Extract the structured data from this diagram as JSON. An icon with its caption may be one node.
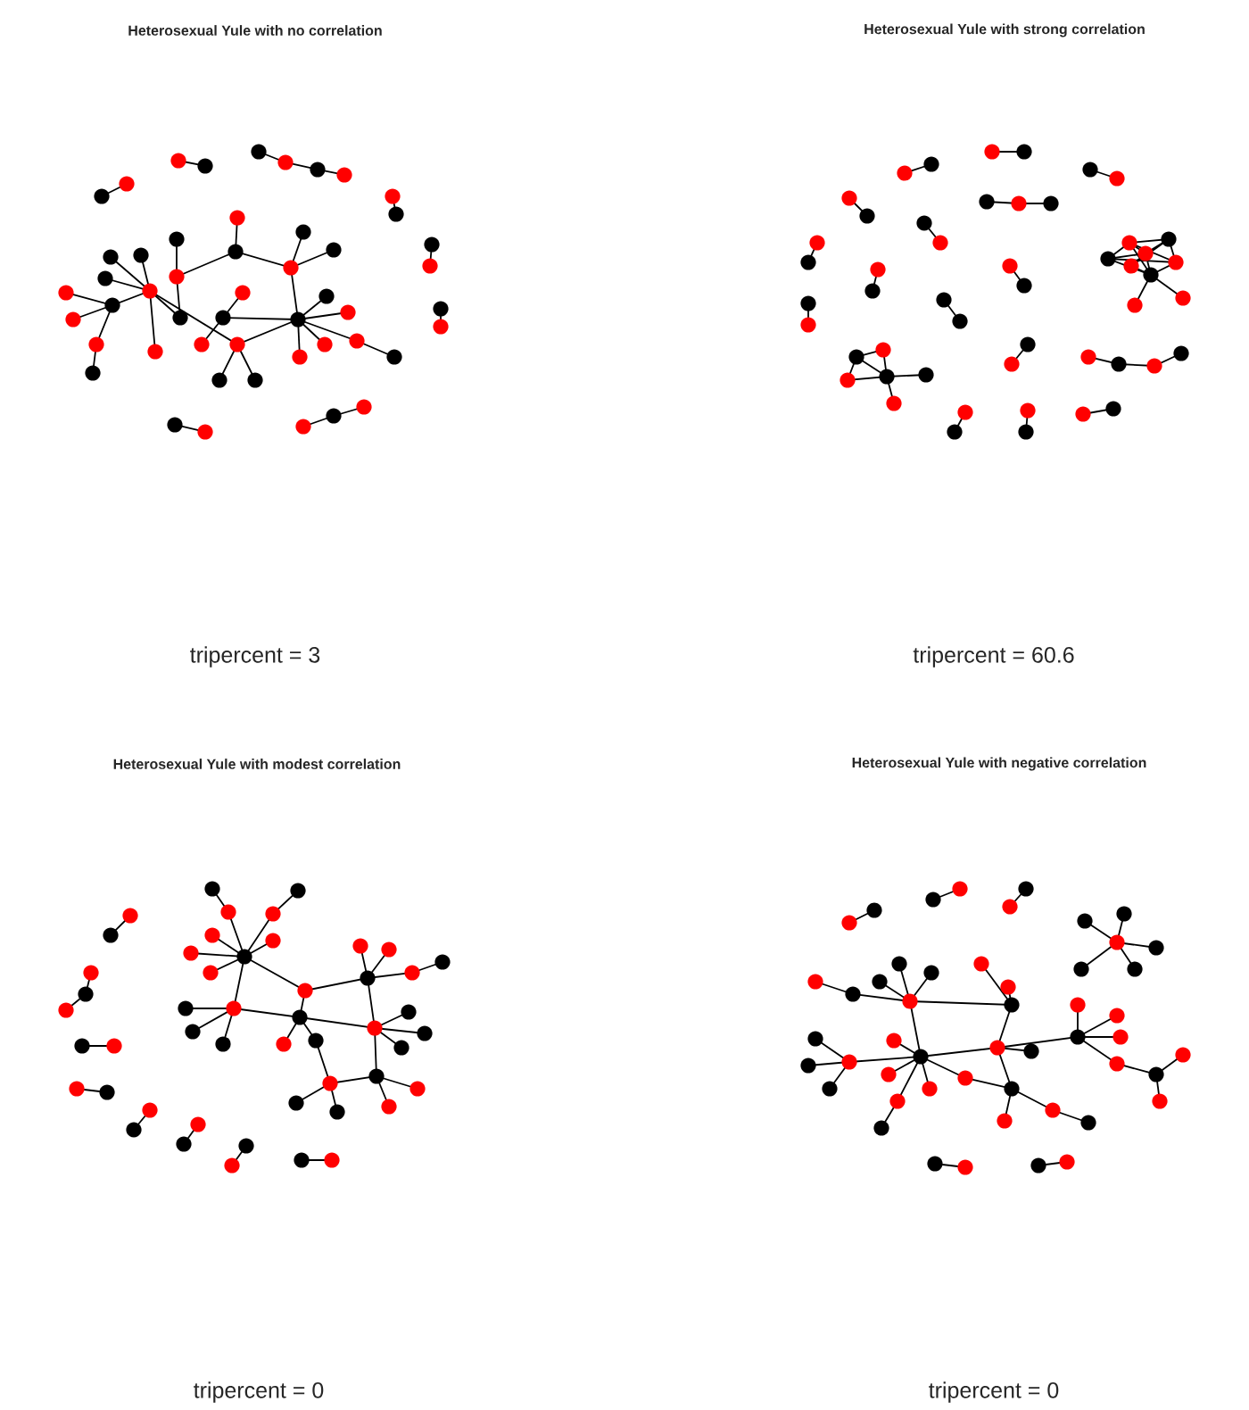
{
  "diagram": {
    "labels": [
      "Heterosexual Yule with no correlation",
      "Heterosexual Yule with strong correlation",
      "tripercent = 3",
      "tripercent = 60.6",
      "Heterosexual Yule with modest correlation",
      "Heterosexual Yule with negative correlation",
      "tripercent = 0",
      "tripercent = 0"
    ]
  }
}
